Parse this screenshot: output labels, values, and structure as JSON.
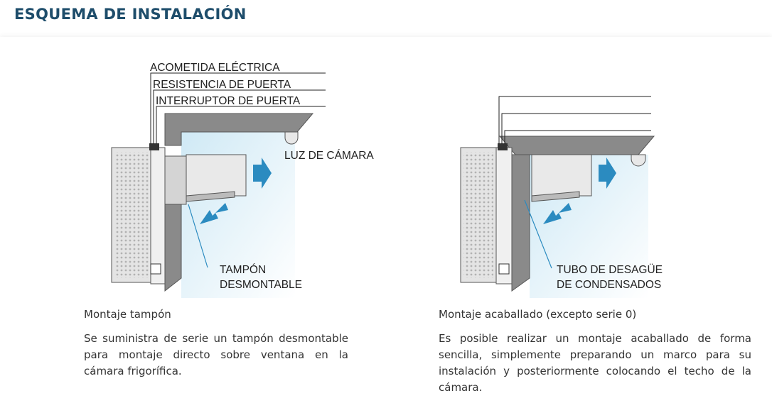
{
  "page": {
    "title": "ESQUEMA DE INSTALACIÓN"
  },
  "left_figure": {
    "labels": {
      "acometida": "ACOMETIDA ELÉCTRICA",
      "resistencia": "RESISTENCIA DE PUERTA",
      "interruptor": "INTERRUPTOR DE PUERTA",
      "luz": "LUZ DE CÁMARA",
      "tampon_1": "TAMPÓN",
      "tampon_2": "DESMONTABLE"
    },
    "caption": "Montaje tampón",
    "description": "Se suministra de serie un tampón desmontable para montaje directo sobre ventana en la cámara frigorífica."
  },
  "right_figure": {
    "labels": {
      "tubo_1": "TUBO DE DESAGÜE",
      "tubo_2": "DE CONDENSADOS"
    },
    "caption": "Montaje acaballado (excepto serie 0)",
    "description": "Es posible realizar un montaje acaballado de forma sencilla, simplemente preparando un marco para su instalación y posteriormente colocando el techo de la cámara."
  },
  "colors": {
    "title": "#1e4d6b",
    "arrow": "#2b8bc0",
    "cold_zone": "#d8eef7",
    "unit": "#e6e6e6",
    "wall": "#7a7a7a"
  }
}
